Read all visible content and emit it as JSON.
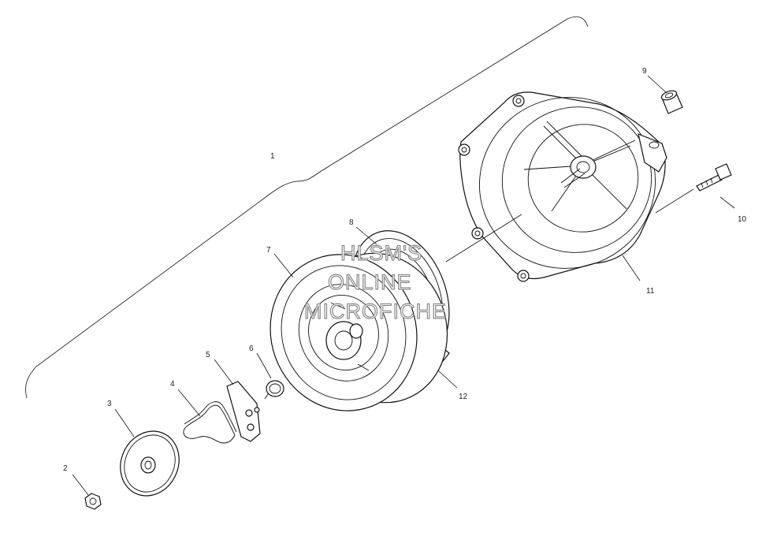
{
  "diagram": {
    "callouts": [
      {
        "id": "1",
        "text": "1"
      },
      {
        "id": "2",
        "text": "2"
      },
      {
        "id": "3",
        "text": "3"
      },
      {
        "id": "4",
        "text": "4"
      },
      {
        "id": "5",
        "text": "5"
      },
      {
        "id": "6",
        "text": "6"
      },
      {
        "id": "7",
        "text": "7"
      },
      {
        "id": "8",
        "text": "8"
      },
      {
        "id": "9",
        "text": "9"
      },
      {
        "id": "10",
        "text": "10"
      },
      {
        "id": "11",
        "text": "11"
      },
      {
        "id": "12",
        "text": "12"
      }
    ],
    "watermark": {
      "line1": "HLSM'S",
      "line2": "ONLINE",
      "line3": "MICROFICHE"
    }
  }
}
